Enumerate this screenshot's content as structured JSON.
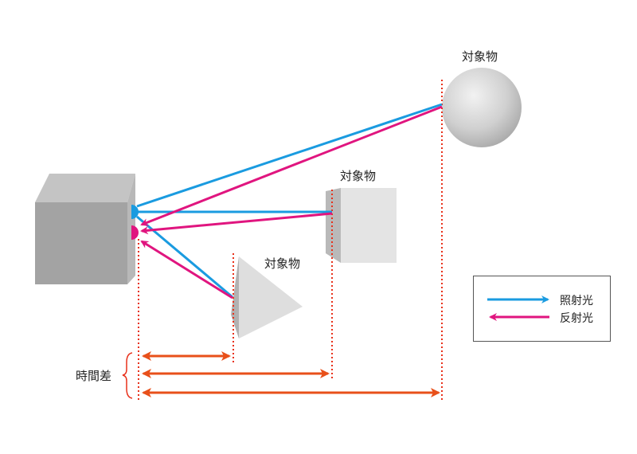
{
  "objects": {
    "sphere_label": "対象物",
    "cube_label": "対象物",
    "pyramid_label": "対象物"
  },
  "time_difference_label": "時間差",
  "legend": {
    "emitted": "照射光",
    "reflected": "反射光"
  },
  "colors": {
    "emitted": "#1a9be0",
    "reflected": "#e0157f",
    "time_arrow": "#e8501a",
    "guide": "#e8301a"
  }
}
